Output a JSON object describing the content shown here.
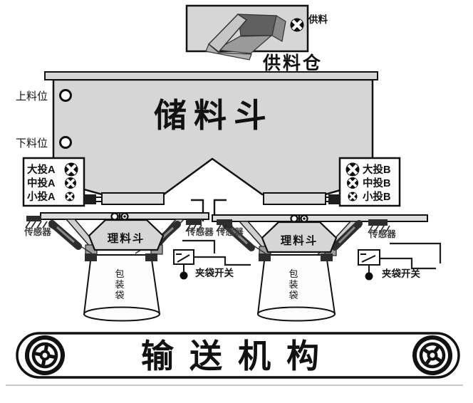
{
  "supply": {
    "indicator": "供料",
    "bin": "供料仓"
  },
  "hopper": {
    "name": "储料斗",
    "upper_level": "上料位",
    "lower_level": "下料位"
  },
  "feed_a": {
    "rows": [
      "大投A",
      "中投A",
      "小投A"
    ]
  },
  "feed_b": {
    "rows": [
      "大投B",
      "中投B",
      "小投B"
    ]
  },
  "weighers": {
    "sensor": "传感器",
    "tray": "理料斗",
    "bag_switch": "夹袋开关",
    "bag_chars": [
      "包",
      "装",
      "袋"
    ]
  },
  "conveyor": {
    "name": "输送机构"
  },
  "colors": {
    "panel_gray": "#d6d6d6",
    "tray_gray": "#dcdcdc",
    "dark": "#2d2d2d",
    "line": "#1a1a1a",
    "chute_dark": "#606060",
    "chute_mid": "#9a9a9a"
  }
}
